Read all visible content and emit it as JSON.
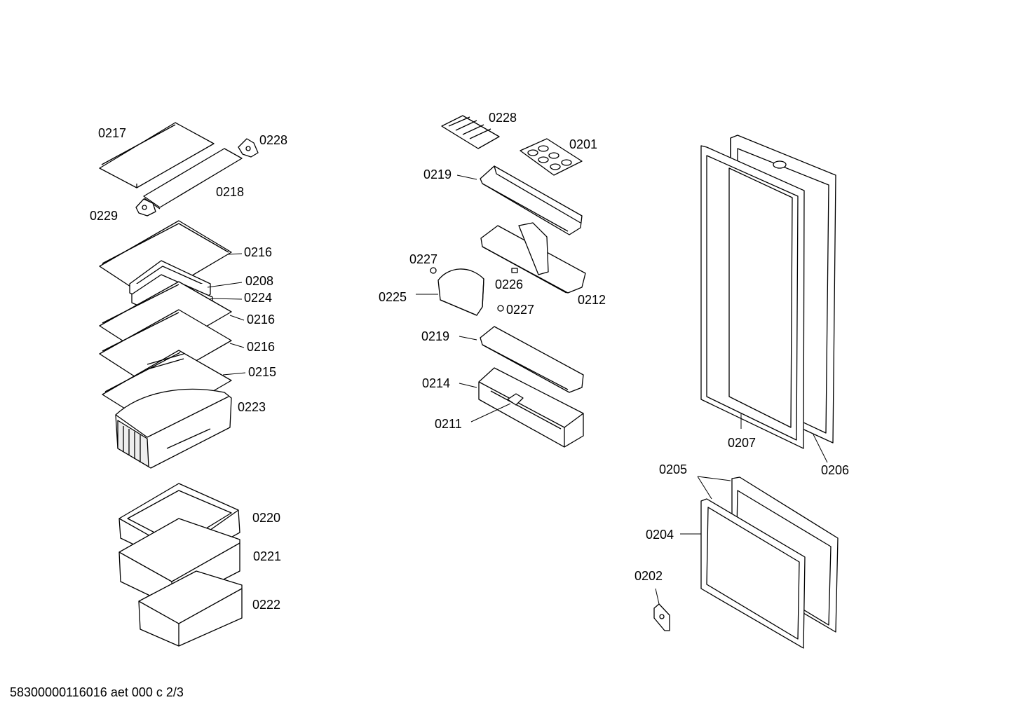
{
  "footer": "58300000116016 aet 000 c 2/3",
  "labels": {
    "l0217": "0217",
    "l0228a": "0228",
    "l0218": "0218",
    "l0229": "0229",
    "l0216a": "0216",
    "l0208": "0208",
    "l0224": "0224",
    "l0216b": "0216",
    "l0216c": "0216",
    "l0215": "0215",
    "l0223": "0223",
    "l0220": "0220",
    "l0221": "0221",
    "l0222": "0222",
    "l0228b": "0228",
    "l0201": "0201",
    "l0219a": "0219",
    "l0227a": "0227",
    "l0226": "0226",
    "l0225": "0225",
    "l0227b": "0227",
    "l0212": "0212",
    "l0219b": "0219",
    "l0214": "0214",
    "l0211": "0211",
    "l0207": "0207",
    "l0206": "0206",
    "l0205": "0205",
    "l0204": "0204",
    "l0202": "0202"
  }
}
